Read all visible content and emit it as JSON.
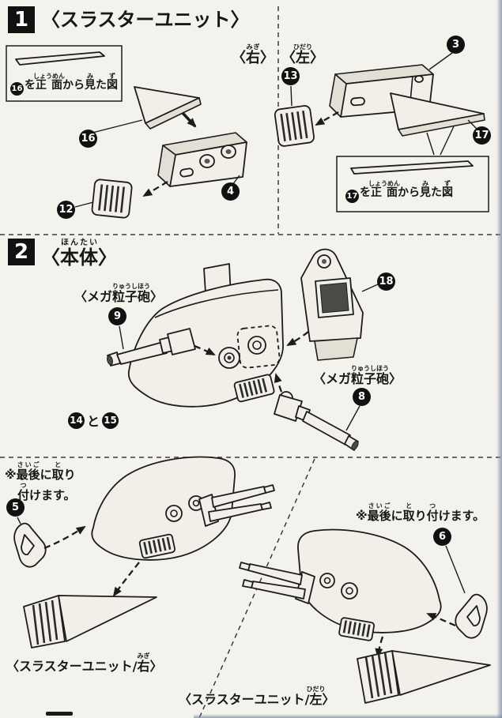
{
  "colors": {
    "paper": "#f4f2ec",
    "ink": "#1c1c1c"
  },
  "chars": {
    "open": "〈",
    "close": "〉"
  },
  "parts": {
    "p3": "3",
    "p4": "4",
    "p5": "5",
    "p6": "6",
    "p8": "8",
    "p9": "9",
    "p12": "12",
    "p13": "13",
    "p14": "14",
    "p15": "15",
    "p16": "16",
    "p17": "17",
    "p18": "18"
  },
  "note_common": {
    "wo": "を",
    "k1": "正面",
    "f1": "しょうめん",
    "p2": "から",
    "k2": "見",
    "f2": "み",
    "p3": "た",
    "k3": "図",
    "f3": "ず"
  },
  "step1": {
    "number": "1",
    "title": "〈スラスターユニット〉",
    "right_unit": {
      "side": "右",
      "side_furigana": "みぎ"
    },
    "left_unit": {
      "side": "左",
      "side_furigana": "ひだり"
    }
  },
  "step2": {
    "number": "2",
    "title_base": "本体",
    "title_furigana": "ほんたい",
    "and_char": "と",
    "mega": {
      "pre": "〈メガ",
      "k": "粒子砲",
      "f": "りゅうしほう",
      "post": "〉"
    }
  },
  "assembly": {
    "note": {
      "sym": "※",
      "k1": "最後",
      "f1": "さいご",
      "p1": "に",
      "k2": "取",
      "f2": "と",
      "p2": "り",
      "k3": "付",
      "f3": "つ",
      "p3": "けます。"
    },
    "left_caption": {
      "pre": "〈スラスターユニット/",
      "k": "右",
      "f": "みぎ",
      "post": "〉"
    },
    "right_caption": {
      "pre": "〈スラスターユニット/",
      "k": "左",
      "f": "ひだり",
      "post": "〉"
    }
  }
}
